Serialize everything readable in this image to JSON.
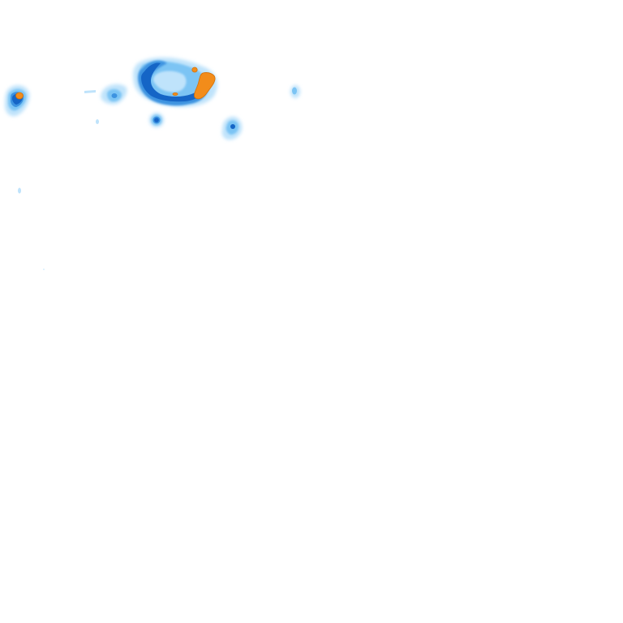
{
  "map": {
    "background_color": "#ffffff",
    "palette": {
      "light": "#bfe3fb",
      "medium": "#7cc4f4",
      "strong": "#3d93e0",
      "heavy": "#1565c6",
      "extreme": "#f28c1a"
    },
    "cells": [
      {
        "name": "main-storm-cell",
        "levels": [
          "light",
          "medium",
          "strong",
          "heavy",
          "extreme"
        ]
      },
      {
        "name": "west-edge-cell",
        "levels": [
          "light",
          "medium",
          "strong",
          "heavy",
          "extreme"
        ]
      },
      {
        "name": "scattered-cell-1",
        "levels": [
          "light",
          "medium",
          "strong"
        ]
      },
      {
        "name": "scattered-cell-2",
        "levels": [
          "medium",
          "strong",
          "heavy"
        ]
      },
      {
        "name": "scattered-cell-3",
        "levels": [
          "light",
          "medium",
          "heavy"
        ]
      },
      {
        "name": "scattered-cell-4",
        "levels": [
          "light",
          "medium"
        ]
      },
      {
        "name": "scattered-cell-5",
        "levels": [
          "light"
        ]
      }
    ]
  }
}
